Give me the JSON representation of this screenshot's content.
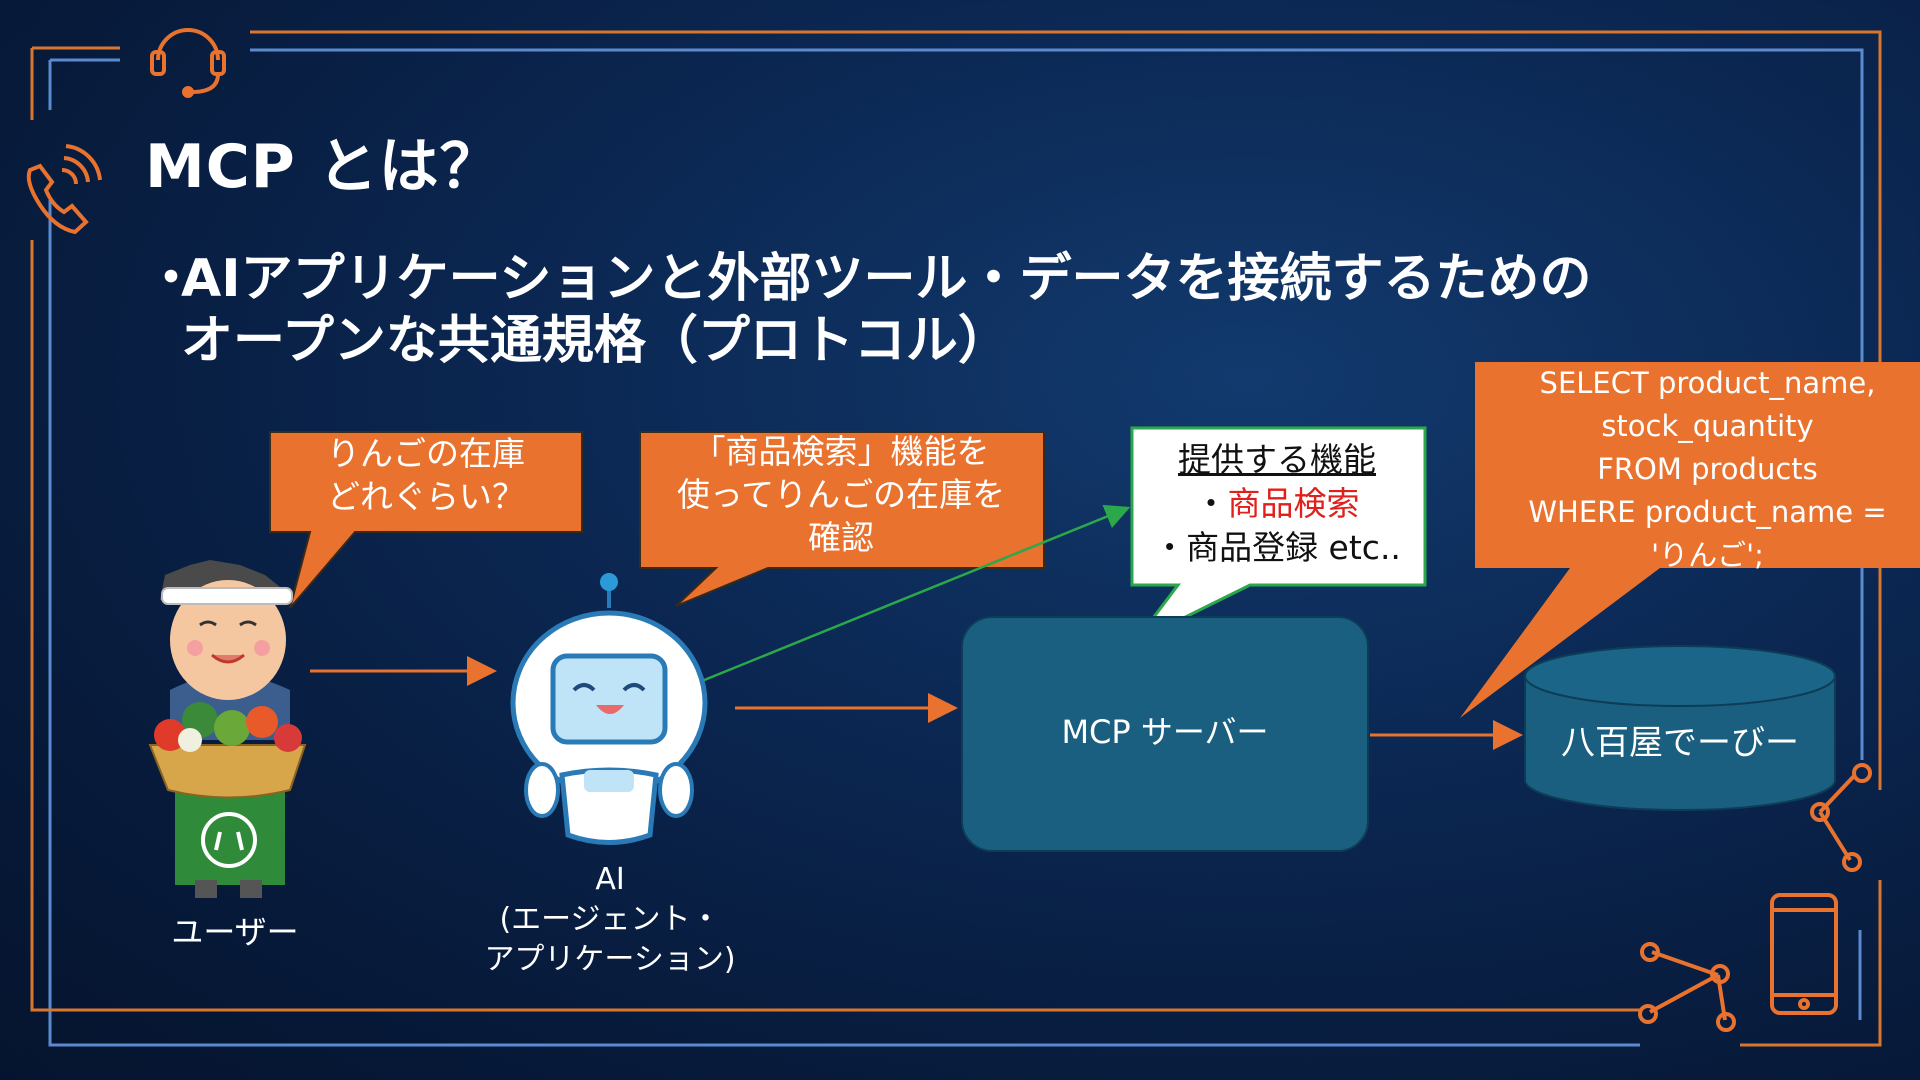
{
  "slide": {
    "title": "MCP とは？",
    "bullet_mark": "・",
    "bullet_line1": "AIアプリケーションと外部ツール・データを接続するための",
    "bullet_line2": "オープンな共通規格（プロトコル）"
  },
  "callouts": {
    "user_question": [
      "りんごの在庫",
      "どれぐらい？"
    ],
    "ai_action": [
      "「商品検索」機能を",
      "使ってりんごの在庫を",
      "確認"
    ],
    "server_features": {
      "heading": "提供する機能",
      "item1_prefix": "・",
      "item1": "商品検索",
      "item2": "・商品登録 etc.."
    },
    "sql": [
      "SELECT product_name,",
      "stock_quantity",
      "FROM products",
      "WHERE product_name =",
      "'りんご';"
    ]
  },
  "nodes": {
    "user_label": "ユーザー",
    "ai_label": [
      "AI",
      "(エージェント・",
      "アプリケーション)"
    ],
    "mcp_server_label": "MCP サーバー",
    "database_label": "八百屋でーびー"
  },
  "icons": [
    "headset-icon",
    "phone-icon",
    "smartphone-icon",
    "network-nodes-icon",
    "user-illustration",
    "robot-illustration",
    "database-cylinder"
  ],
  "colors": {
    "callout_orange": "#e8722e",
    "server_teal": "#1a5f80",
    "frame_orange": "#d9762e",
    "frame_blue": "#5a8bd0",
    "green_line": "#2aa84a",
    "highlight_red": "#e0201b"
  }
}
